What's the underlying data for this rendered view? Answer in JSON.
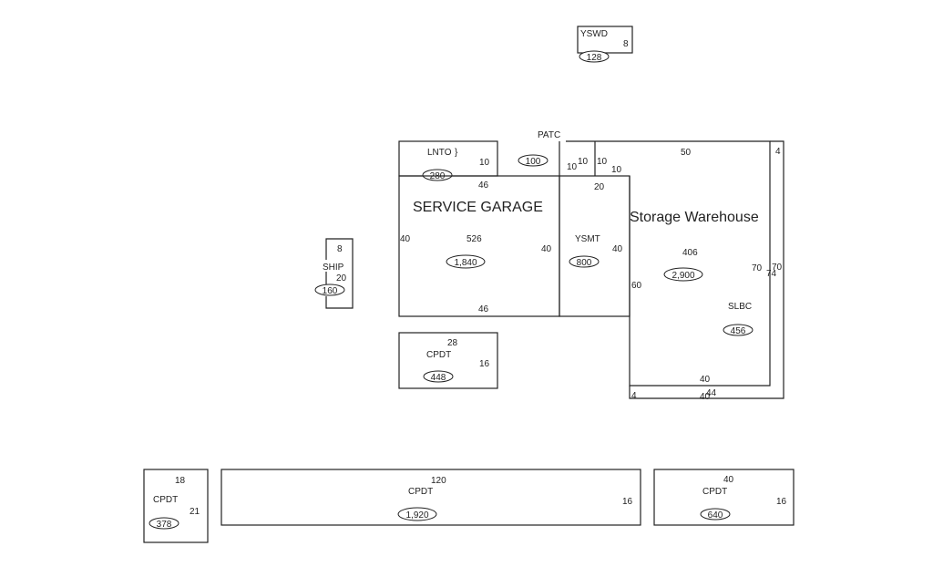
{
  "diagram": {
    "type": "building sketch / floor plan",
    "areas": [
      {
        "id": "yswd",
        "code": "YSWD",
        "dims": [
          "8"
        ],
        "area": "128"
      },
      {
        "id": "lnto",
        "code": "LNTO",
        "dims": [
          "10"
        ],
        "area": "280"
      },
      {
        "id": "patc",
        "code": "PATC",
        "dims": [
          "10",
          "10",
          "10",
          "10"
        ],
        "area": "100"
      },
      {
        "id": "service-garage",
        "name": "SERVICE GARAGE",
        "dims": [
          "46",
          "40",
          "40",
          "46"
        ],
        "perimeter": "526",
        "area": "1,840"
      },
      {
        "id": "ysmt",
        "code": "YSMT",
        "dims": [
          "20",
          "40"
        ],
        "area": "800"
      },
      {
        "id": "storage-warehouse",
        "name": "Storage Warehouse",
        "dims": [
          "50",
          "60",
          "70",
          "40"
        ],
        "perimeter": "406",
        "area": "2,900"
      },
      {
        "id": "slbc",
        "code": "SLBC",
        "dims": [
          "4",
          "70",
          "74",
          "4",
          "40",
          "44"
        ],
        "area": "456"
      },
      {
        "id": "ship",
        "code": "SHIP",
        "dims": [
          "8",
          "20"
        ],
        "area": "160"
      },
      {
        "id": "cpdt-1",
        "code": "CPDT",
        "dims": [
          "28",
          "16"
        ],
        "area": "448"
      },
      {
        "id": "cpdt-2",
        "code": "CPDT",
        "dims": [
          "18",
          "21"
        ],
        "area": "378"
      },
      {
        "id": "cpdt-3",
        "code": "CPDT",
        "dims": [
          "120",
          "16"
        ],
        "area": "1,920"
      },
      {
        "id": "cpdt-4",
        "code": "CPDT",
        "dims": [
          "40",
          "16"
        ],
        "area": "640"
      }
    ]
  },
  "labels": {
    "yswd": "YSWD",
    "yswd_d1": "8",
    "yswd_area": "128",
    "lnto": "LNTO",
    "lnto_mark": "}",
    "lnto_d1": "10",
    "lnto_area": "280",
    "patc": "PATC",
    "patc_area": "100",
    "patc_d1": "10",
    "patc_d2": "10",
    "patc_d3": "10",
    "patc_d4": "10",
    "garage_name": "SERVICE GARAGE",
    "garage_top": "46",
    "garage_left": "40",
    "garage_right": "40",
    "garage_bottom": "46",
    "garage_perim": "526",
    "garage_area": "1,840",
    "ysmt": "YSMT",
    "ysmt_top": "20",
    "ysmt_right": "40",
    "ysmt_area": "800",
    "wh_name": "Storage Warehouse",
    "wh_top": "50",
    "wh_left": "60",
    "wh_right": "70",
    "wh_bottom": "40",
    "wh_perim": "406",
    "wh_area": "2,900",
    "slbc": "SLBC",
    "slbc_top": "4",
    "slbc_r1": "70",
    "slbc_r2": "74",
    "slbc_bl": "4",
    "slbc_b1": "40",
    "slbc_b2": "44",
    "slbc_area": "456",
    "ship": "SHIP",
    "ship_top": "8",
    "ship_right": "20",
    "ship_area": "160",
    "cpdt1": "CPDT",
    "cpdt1_top": "28",
    "cpdt1_right": "16",
    "cpdt1_area": "448",
    "cpdt2": "CPDT",
    "cpdt2_top": "18",
    "cpdt2_right": "21",
    "cpdt2_area": "378",
    "cpdt3": "CPDT",
    "cpdt3_top": "120",
    "cpdt3_right": "16",
    "cpdt3_area": "1,920",
    "cpdt4": "CPDT",
    "cpdt4_top": "40",
    "cpdt4_right": "16",
    "cpdt4_area": "640"
  }
}
